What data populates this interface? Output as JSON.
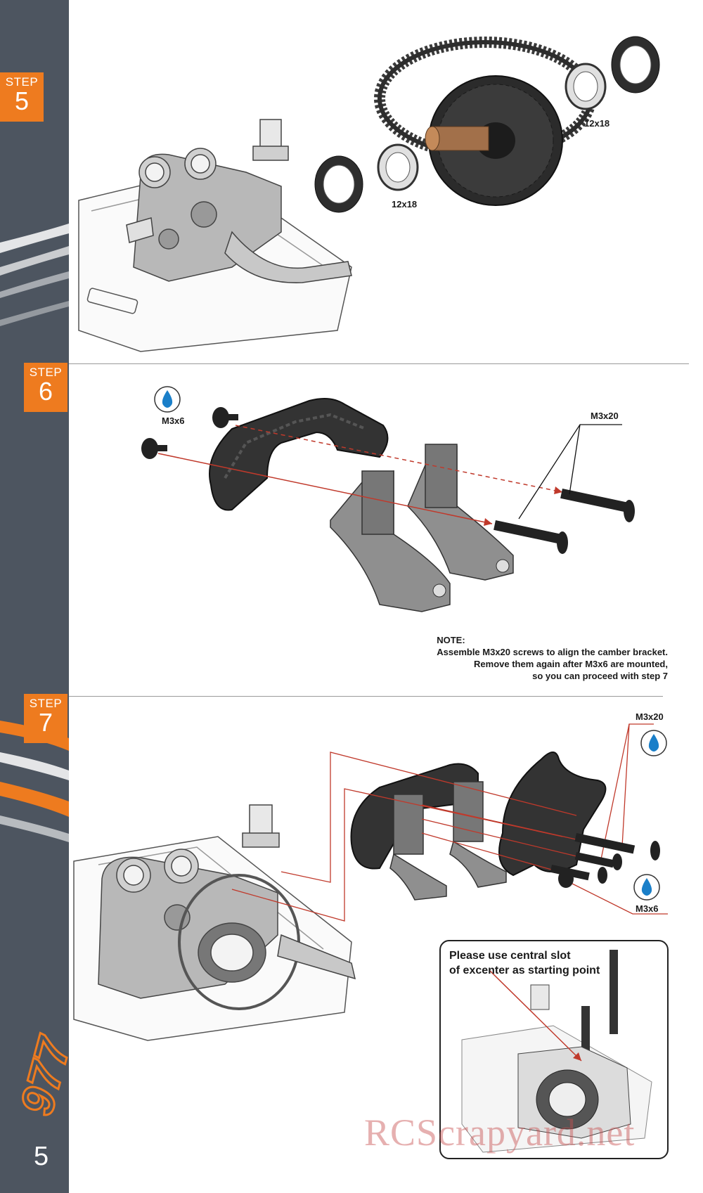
{
  "step5": {
    "label": "STEP",
    "number": "5",
    "part_left": "12x18",
    "part_right": "12x18"
  },
  "step6": {
    "label": "STEP",
    "number": "6",
    "screw_short": "M3x6",
    "screw_long": "M3x20",
    "note": {
      "heading": "NOTE:",
      "line1": "Assemble M3x20 screws to align the camber bracket.",
      "line2": "Remove them again after M3x6 are mounted,",
      "line3": "so you can proceed with step 7"
    }
  },
  "step7": {
    "label": "STEP",
    "number": "7",
    "screw_long": "M3x20",
    "screw_short": "M3x6",
    "inset_text_1": "Please use central slot",
    "inset_text_2": "of excenter as starting point"
  },
  "page_number": "5",
  "brand_logo": "977",
  "watermark": "RCScrapyard.net",
  "colors": {
    "sidebar": "#4d5560",
    "accent": "#ee7b1f",
    "leader_red": "#c0392b",
    "glue_blue": "#1a7fc9"
  }
}
